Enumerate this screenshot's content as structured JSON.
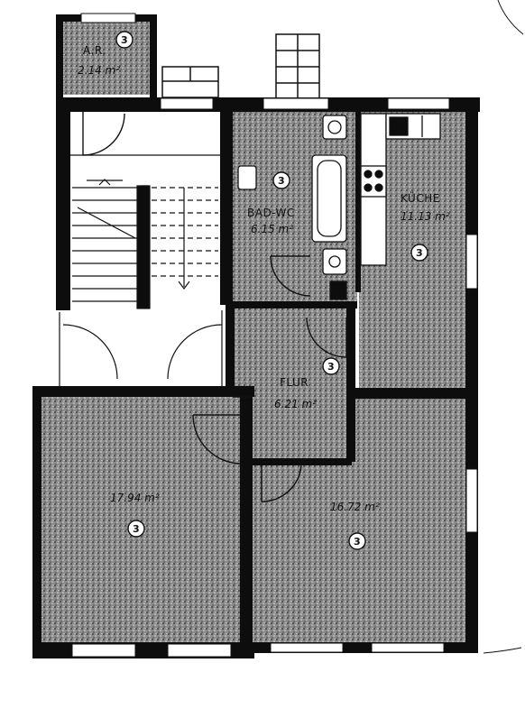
{
  "rooms": {
    "abstellraum": {
      "label": "A.R.",
      "area": "2.14 m²",
      "badge": "3"
    },
    "bad_wc": {
      "label": "BAD-WC",
      "area": "6.15 m²",
      "badge": "3"
    },
    "kueche": {
      "label": "KÜCHE",
      "area": "11.13 m²",
      "badge": "3"
    },
    "flur": {
      "label": "FLUR",
      "area": "6.21 m²",
      "badge": "3"
    },
    "zimmer_links": {
      "area": "17.94 m²",
      "badge": "3"
    },
    "zimmer_rechts": {
      "area": "16.72 m²",
      "badge": "3"
    }
  },
  "colors": {
    "wall": "#0d0d0d",
    "floor_fill": "#7a7a7a",
    "background": "#ffffff",
    "line": "#111111"
  }
}
